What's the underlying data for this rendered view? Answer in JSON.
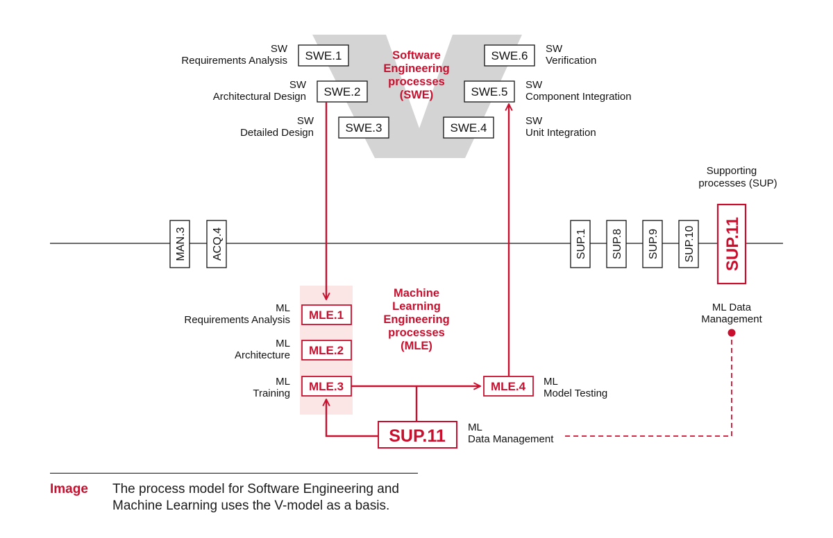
{
  "colors": {
    "accent": "#c8102e",
    "v_shape": "#d4d4d4",
    "mle_band": "#fbe5e5",
    "line": "#111111"
  },
  "swe": {
    "heading": [
      "Software",
      "Engineering",
      "processes",
      "(SWE)"
    ],
    "boxes": {
      "swe1": "SWE.1",
      "swe2": "SWE.2",
      "swe3": "SWE.3",
      "swe4": "SWE.4",
      "swe5": "SWE.5",
      "swe6": "SWE.6"
    },
    "labels": {
      "swe1": [
        "SW",
        "Requirements Analysis"
      ],
      "swe2": [
        "SW",
        "Architectural Design"
      ],
      "swe3": [
        "SW",
        "Detailed Design"
      ],
      "swe4": [
        "SW",
        "Unit Integration"
      ],
      "swe5": [
        "SW",
        "Component Integration"
      ],
      "swe6": [
        "SW",
        "Verification"
      ]
    }
  },
  "axis": {
    "left_boxes": {
      "man3": "MAN.3",
      "acq4": "ACQ.4"
    },
    "right_boxes": {
      "sup1": "SUP.1",
      "sup8": "SUP.8",
      "sup9": "SUP.9",
      "sup10": "SUP.10",
      "sup11": "SUP.11"
    },
    "sup_heading": [
      "Supporting",
      "processes (SUP)"
    ],
    "sup11_label": [
      "ML Data",
      "Management"
    ]
  },
  "mle": {
    "heading": [
      "Machine",
      "Learning",
      "Engineering",
      "processes",
      "(MLE)"
    ],
    "boxes": {
      "mle1": "MLE.1",
      "mle2": "MLE.2",
      "mle3": "MLE.3",
      "mle4": "MLE.4"
    },
    "labels": {
      "mle1": [
        "ML",
        "Requirements Analysis"
      ],
      "mle2": [
        "ML",
        "Architecture"
      ],
      "mle3": [
        "ML",
        "Training"
      ],
      "mle4": [
        "ML",
        "Model Testing"
      ]
    },
    "sup11_box": "SUP.11",
    "sup11_label": [
      "ML",
      "Data Management"
    ]
  },
  "caption": {
    "label": "Image",
    "text": "The process model for Software Engineering and Machine Learning uses the V-model as a basis."
  }
}
